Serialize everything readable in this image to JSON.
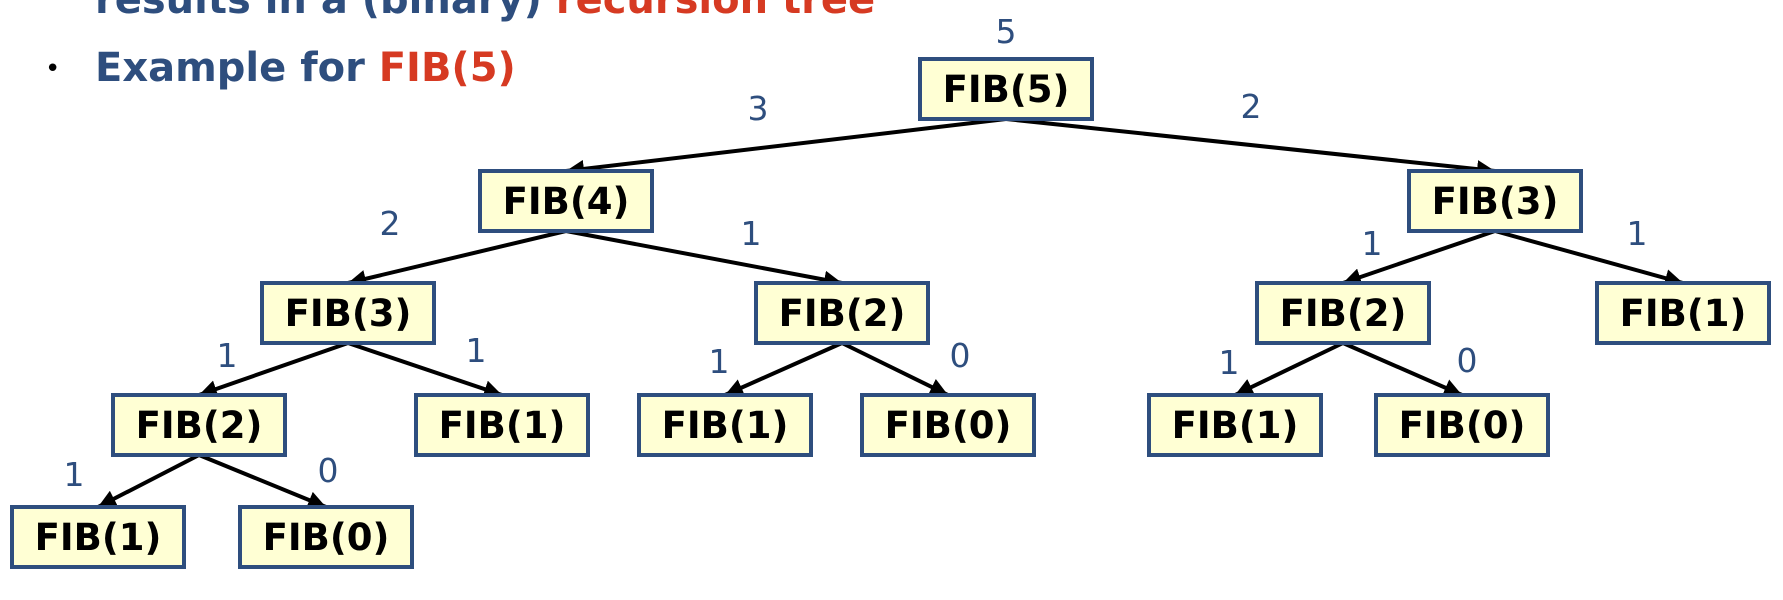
{
  "heading": {
    "cut_line_text": "results in a (binary) ",
    "cut_line_highlight": "recursion tree",
    "bullet": "•",
    "example_text": "Example for ",
    "example_highlight": "FIB(5)"
  },
  "colors": {
    "text_blue": "#2e4e7e",
    "highlight_red": "#d63a22",
    "node_fill": "#ffffd4",
    "node_border": "#2e4e7e",
    "edge": "#000000"
  },
  "tree": {
    "root_value": "5",
    "nodes": [
      {
        "id": "n5",
        "label": "FIB(5)"
      },
      {
        "id": "n4",
        "label": "FIB(4)"
      },
      {
        "id": "n3r",
        "label": "FIB(3)"
      },
      {
        "id": "n3l",
        "label": "FIB(3)"
      },
      {
        "id": "n2m",
        "label": "FIB(2)"
      },
      {
        "id": "n2r",
        "label": "FIB(2)"
      },
      {
        "id": "n1rr",
        "label": "FIB(1)"
      },
      {
        "id": "n2l",
        "label": "FIB(2)"
      },
      {
        "id": "n1l",
        "label": "FIB(1)"
      },
      {
        "id": "n1m",
        "label": "FIB(1)"
      },
      {
        "id": "n0m",
        "label": "FIB(0)"
      },
      {
        "id": "n1r",
        "label": "FIB(1)"
      },
      {
        "id": "n0r",
        "label": "FIB(0)"
      },
      {
        "id": "n1ll",
        "label": "FIB(1)"
      },
      {
        "id": "n0ll",
        "label": "FIB(0)"
      }
    ],
    "edges": [
      {
        "from": "n5",
        "to": "n4",
        "label": "3"
      },
      {
        "from": "n5",
        "to": "n3r",
        "label": "2"
      },
      {
        "from": "n4",
        "to": "n3l",
        "label": "2"
      },
      {
        "from": "n4",
        "to": "n2m",
        "label": "1"
      },
      {
        "from": "n3r",
        "to": "n2r",
        "label": "1"
      },
      {
        "from": "n3r",
        "to": "n1rr",
        "label": "1"
      },
      {
        "from": "n3l",
        "to": "n2l",
        "label": "1"
      },
      {
        "from": "n3l",
        "to": "n1l",
        "label": "1"
      },
      {
        "from": "n2m",
        "to": "n1m",
        "label": "1"
      },
      {
        "from": "n2m",
        "to": "n0m",
        "label": "0"
      },
      {
        "from": "n2r",
        "to": "n1r",
        "label": "1"
      },
      {
        "from": "n2r",
        "to": "n0r",
        "label": "0"
      },
      {
        "from": "n2l",
        "to": "n1ll",
        "label": "1"
      },
      {
        "from": "n2l",
        "to": "n0ll",
        "label": "0"
      }
    ]
  }
}
